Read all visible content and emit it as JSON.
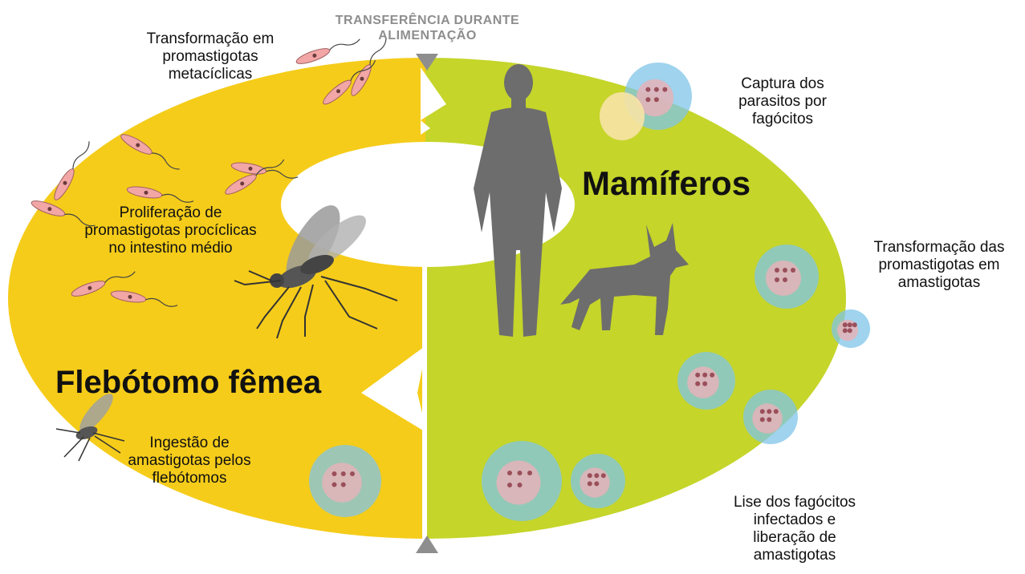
{
  "header": {
    "transfer_label": "TRANSFERÊNCIA DURANTE\nALIMENTAÇÃO"
  },
  "hosts": {
    "mammals_title": "Mamíferos",
    "sandfly_title": "Flebótomo fêmea"
  },
  "stages": {
    "metacyclic": "Transformação em\npromastigotas\nmetacíclicas",
    "procyclic": "Proliferação de\npromastigotas procíclicas\nno intestino médio",
    "ingestion": "Ingestão de\namastigotas pelos\nflebótomos",
    "capture": "Captura dos\nparasitos por\nfagócitos",
    "transformation": "Transformação das\npromastigotas em\namastigotas",
    "lysis": "Lise dos fagócitos\ninfectados e\nliberação de\namastigotas"
  },
  "icons": {
    "human": "human-silhouette-icon",
    "dog": "dog-silhouette-icon",
    "sandfly": "sandfly-icon",
    "promastigote": "promastigote-icon",
    "phagocyte": "phagocyte-icon",
    "arrow_top": "triangle-down-icon",
    "arrow_bottom": "triangle-up-icon"
  },
  "colors": {
    "sandfly_stage": "#f5cc1a",
    "mammal_stage": "#c5d52a",
    "arrow": "#8e8e8e",
    "silhouette": "#6d6d6d",
    "parasite": "#f2a6a6",
    "phagocyte": "#7fc4e8"
  }
}
